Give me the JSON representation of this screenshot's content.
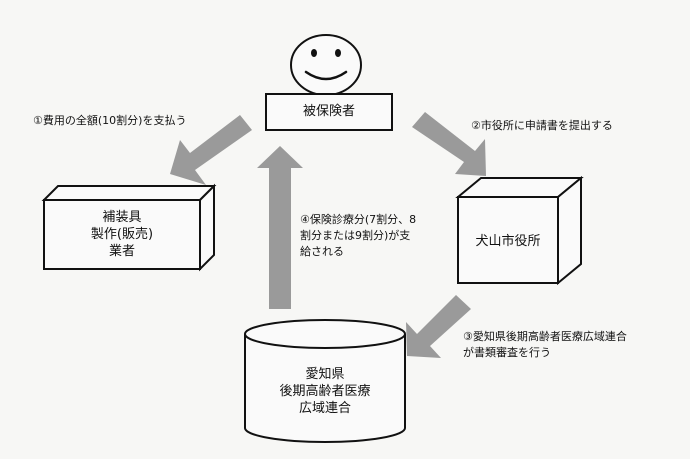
{
  "insured": {
    "label": "被保険者"
  },
  "vendor": {
    "line1": "補装具",
    "line2": "製作(販売)",
    "line3": "業者"
  },
  "city_office": {
    "label": "犬山市役所"
  },
  "union": {
    "line1": "愛知県",
    "line2": "後期高齢者医療",
    "line3": "広域連合"
  },
  "steps": {
    "step1": "①費用の全額(10割分)を支払う",
    "step2": "②市役所に申請書を提出する",
    "step3_line1": "③愛知県後期高齢者医療広域連合",
    "step3_line2": "が書類審査を行う",
    "step4_line1": "④保険診療分(7割分、8",
    "step4_line2": "割分または9割分)が支",
    "step4_line3": "給される"
  },
  "colors": {
    "arrow": "#9a9a9a",
    "line": "#111111",
    "background": "#f7f7f5"
  }
}
